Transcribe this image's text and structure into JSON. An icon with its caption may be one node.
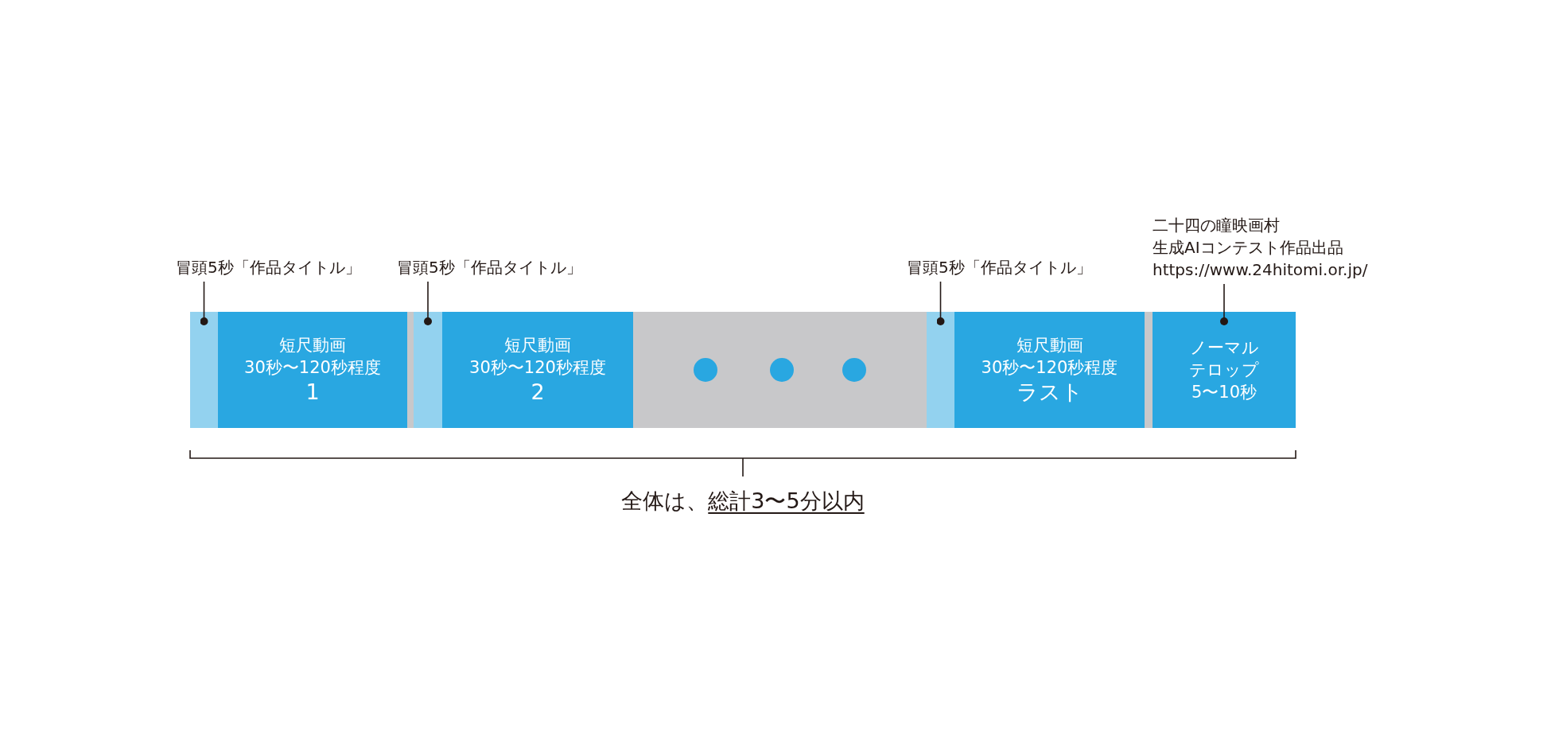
{
  "diagram": {
    "nodes": [
      {
        "text": [
          "冒頭5秒「作品タイトル」"
        ]
      },
      {
        "text": [],
        "shape": "bar"
      },
      {
        "text": [
          "短尺動画",
          "30秒〜120秒程度",
          "1"
        ]
      },
      {
        "text": [
          "冒頭5秒「作品タイトル」"
        ]
      },
      {
        "text": [],
        "shape": "bar"
      },
      {
        "text": [
          "短尺動画",
          "30秒〜120秒程度",
          "2"
        ]
      },
      {
        "text": [],
        "shape": "box"
      },
      {
        "text": [
          "冒頭5秒「作品タイトル」"
        ]
      },
      {
        "text": [],
        "shape": "bar"
      },
      {
        "text": [
          "短尺動画",
          "30秒〜120秒程度",
          "ラスト"
        ]
      },
      {
        "text": [
          "二十四の瞳映画村",
          "生成AIコンテスト作品出品",
          "https://www.24hitomi.or.jp/"
        ]
      },
      {
        "text": [
          "ノーマル",
          "テロップ",
          "5〜10秒"
        ]
      }
    ],
    "edges": [
      {
        "from": 0,
        "to": 1,
        "arrow": "other"
      },
      {
        "from": 3,
        "to": 4,
        "arrow": "other"
      },
      {
        "from": 7,
        "to": 8,
        "arrow": "other"
      },
      {
        "from": 10,
        "to": 11,
        "arrow": "other"
      }
    ],
    "labels": [
      "全体は、",
      "総計3〜5分以内"
    ]
  }
}
